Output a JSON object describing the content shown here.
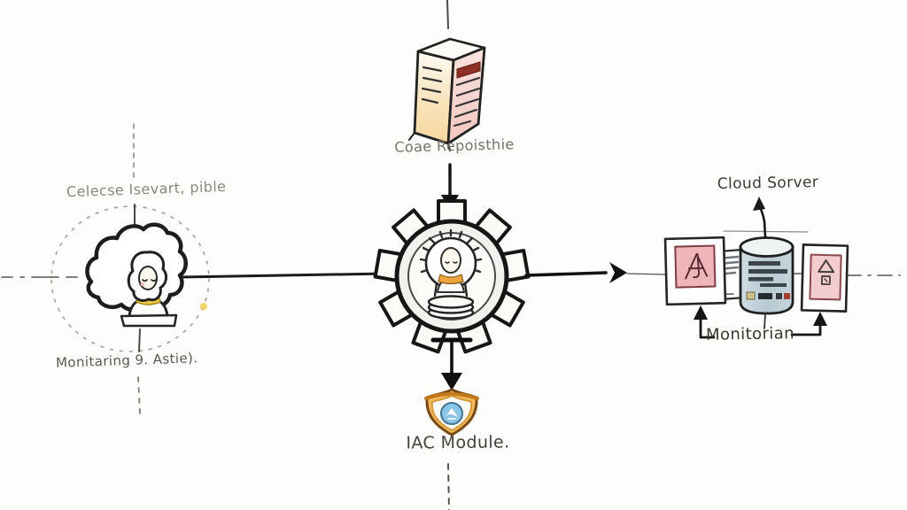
{
  "labels": {
    "code_repository": "Coae Repoisthie",
    "release_service": "Celecse Isevart, pible",
    "monitoring_note": "Monitaring 9. Astie).",
    "cloud_server": "Cloud Sorver",
    "monitorian": "Monitorian",
    "iac_module": "IAC Module."
  },
  "nodes": [
    {
      "name": "code-repository",
      "label": "Coae Repoisthie",
      "icon": "server-tower-icon"
    },
    {
      "name": "pipeline-gear",
      "label": "",
      "icon": "gear-with-idea-person-icon"
    },
    {
      "name": "cloud-user",
      "label": "Celecse Isevart, pible / Monitaring 9. Astie).",
      "icon": "cloud-person-icon"
    },
    {
      "name": "iac-module",
      "label": "IAC Module.",
      "icon": "shield-icon"
    },
    {
      "name": "cloud-server-db",
      "label": "Cloud Sorver",
      "icon": "database-cylinder-icon"
    },
    {
      "name": "monitoring-card-left",
      "label": "Monitorian",
      "icon": "image-card-with-document-icon"
    },
    {
      "name": "monitoring-card-right",
      "label": "Monitorian",
      "icon": "image-card-icon"
    }
  ],
  "connections": [
    {
      "from": "code-repository",
      "to": "pipeline-gear",
      "style": "arrow-down"
    },
    {
      "from": "cloud-user",
      "to": "pipeline-gear",
      "style": "solid-line"
    },
    {
      "from": "pipeline-gear",
      "to": "iac-module",
      "style": "arrow-down"
    },
    {
      "from": "pipeline-gear",
      "to": "monitoring-group",
      "style": "arrow-right"
    },
    {
      "from": "cloud-server-db",
      "to": "cloud-server-label",
      "style": "arrow-up"
    },
    {
      "from": "monitorian-label",
      "to": "monitoring-card-left",
      "style": "elbow-arrow-up"
    },
    {
      "from": "monitorian-label",
      "to": "monitoring-card-right",
      "style": "elbow-arrow-up"
    }
  ],
  "colors": {
    "ink": "#1b1b1b",
    "label_gray": "#76716a",
    "label_dark": "#3d3a35",
    "server_left_face": "#f8dcae",
    "server_right_face": "#f4cfc9",
    "server_red_bar": "#8e3026",
    "scarf_yellow": "#f2ca40",
    "collar_orange": "#eda43e",
    "shield_gold": "#f2b95a",
    "shield_blue": "#8cc6e6",
    "card_pink": "#efb6ba",
    "cylinder_blue": "#bfd0da",
    "dashed_gray": "#a5a29b"
  }
}
